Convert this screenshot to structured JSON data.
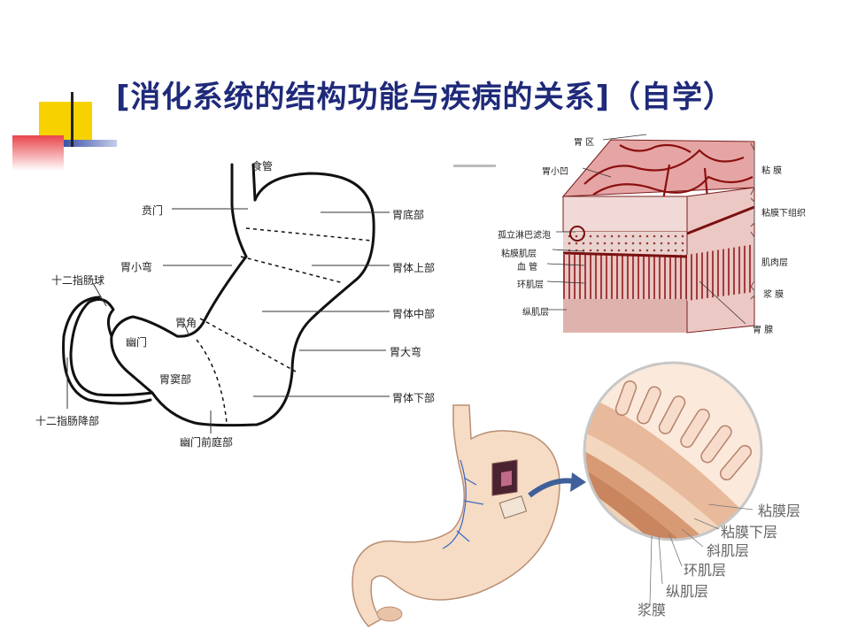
{
  "slide": {
    "title": "[消化系统的结构功能与疾病的关系]（自学）"
  },
  "colors": {
    "title": "#1f2a7a",
    "accent_yellow": "#f7d200",
    "accent_red": "#e8454b",
    "accent_blue": "#3d52a6"
  },
  "diagram1": {
    "labels": {
      "shiguan": "食管",
      "benmen": "贲门",
      "weidibu": "胃底部",
      "weixiaowan": "胃小弯",
      "shierzhichangqiu": "十二指肠球",
      "weitishangbu": "胃体上部",
      "weijiao": "胃角",
      "weitizhongbu": "胃体中部",
      "youmen": "幽门",
      "weidawan": "胃大弯",
      "weidoubu": "胃窦部",
      "weitixiabu": "胃体下部",
      "shierzhichangjiangbu": "十二指肠降部",
      "youmenqiantingbu": "幽门前庭部"
    }
  },
  "diagram2": {
    "labels": {
      "weiqu": "胃 区",
      "weixiaoao": "胃小凹",
      "nianmo": "粘 膜",
      "nianmoxiazuzhi": "粘膜下组织",
      "guli": "孤立淋巴滤泡",
      "nianmojiceng": "粘膜肌层",
      "xueguan": "血 管",
      "jirouceng": "肌肉层",
      "huanjiceng": "环肌层",
      "jiangmo": "浆 膜",
      "zongjiceng": "纵肌层",
      "weixian": "胃 腺"
    }
  },
  "diagram3": {
    "labels": {
      "nianmoceng": "粘膜层",
      "nianmoxiaceng": "粘膜下层",
      "xiejiceng": "斜肌层",
      "huanjiceng": "环肌层",
      "zongjiceng": "纵肌层",
      "jiangmo": "浆膜"
    }
  }
}
